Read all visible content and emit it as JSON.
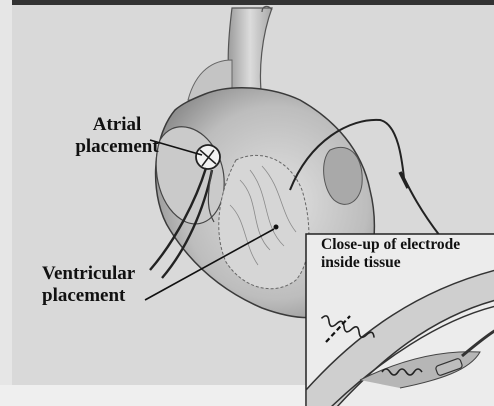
{
  "figure": {
    "labels": {
      "atrial": [
        "Atrial",
        "placement"
      ],
      "ventricular": [
        "Ventricular",
        "placement"
      ],
      "inset": [
        "Close-up of electrode",
        "inside tissue"
      ]
    },
    "colors": {
      "background": "#d8d8d8",
      "tissue": "#b9b9b9",
      "outline": "#333333",
      "inset_bg": "#ececec"
    }
  }
}
